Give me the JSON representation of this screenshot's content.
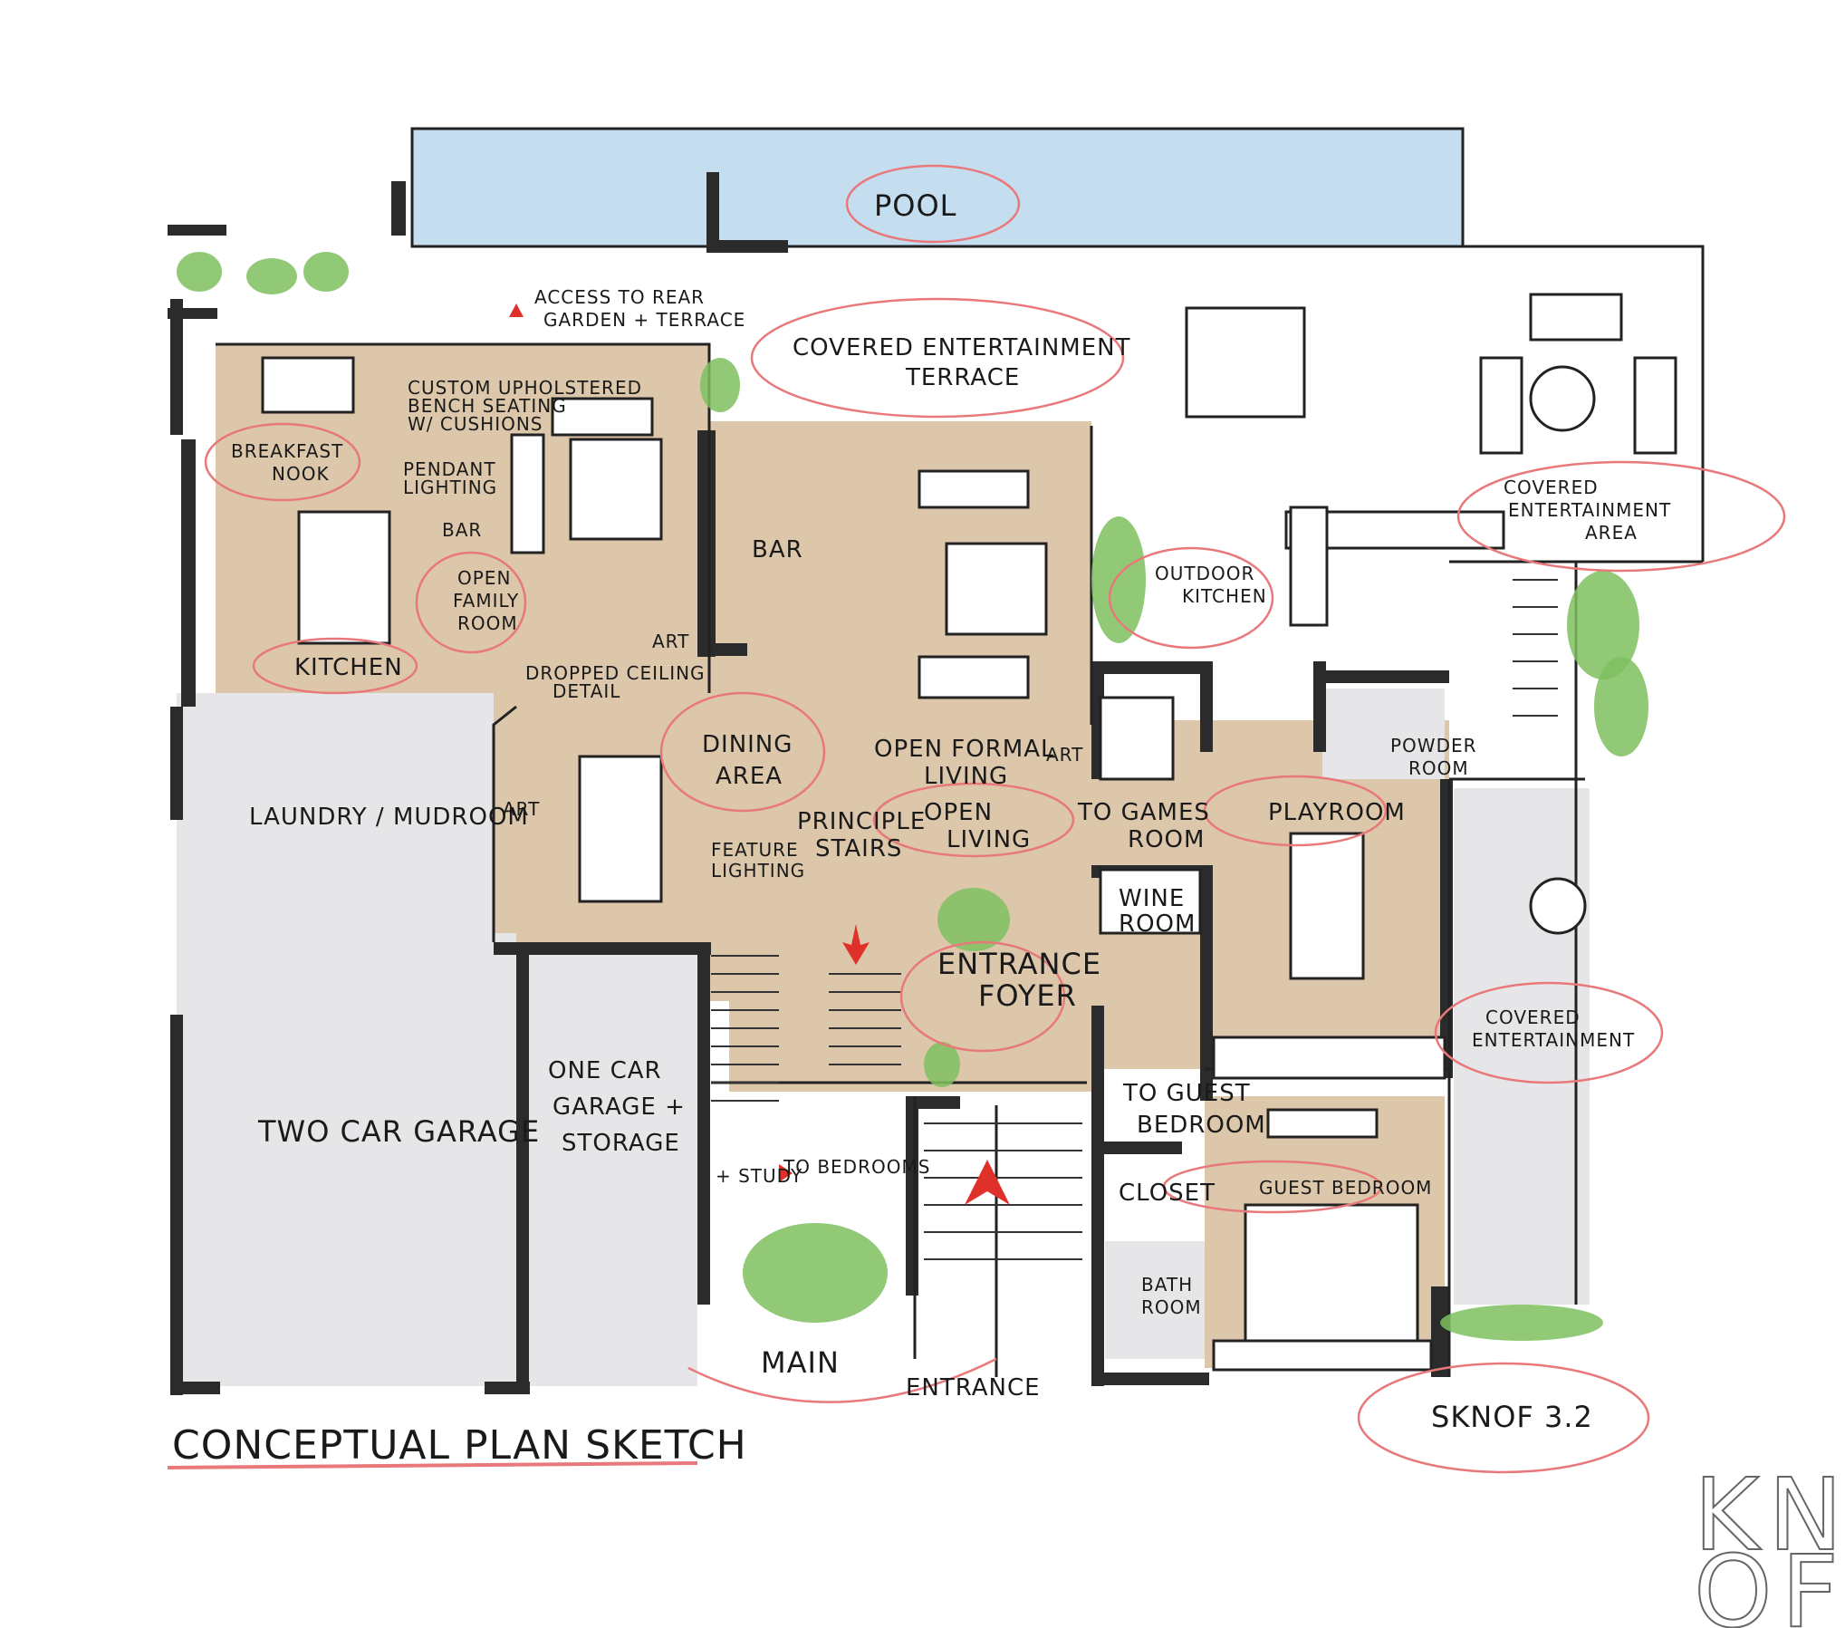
{
  "plan": {
    "title": "CONCEPTUAL PLAN SKETCH",
    "signature": "SKNOF 3.2",
    "logo": {
      "line1": "KN",
      "line2": "OF"
    },
    "labels": {
      "pool": "POOL",
      "covered_terrace": "COVERED ENTERTAINMENT",
      "covered_terrace_2": "TERRACE",
      "access_rear": "ACCESS TO REAR",
      "access_rear_2": "GARDEN + TERRACE",
      "bench_note": "CUSTOM UPHOLSTERED",
      "bench_note_2": "BENCH SEATING",
      "bench_note_3": "W/ CUSHIONS",
      "breakfast_nook": "BREAKFAST",
      "breakfast_nook_2": "NOOK",
      "pendant": "PENDANT",
      "pendant_2": "LIGHTING",
      "bar_small": "BAR",
      "open_family": "OPEN",
      "open_family_2": "FAMILY",
      "open_family_3": "ROOM",
      "kitchen": "KITCHEN",
      "bar": "BAR",
      "art1": "ART",
      "dropped_ceiling": "DROPPED CEILING",
      "dropped_ceiling_2": "DETAIL",
      "dining": "DINING",
      "dining_2": "AREA",
      "open_formal": "OPEN FORMAL",
      "open_formal_2": "LIVING",
      "art2": "ART",
      "outdoor_kitchen": "OUTDOOR",
      "outdoor_kitchen_2": "KITCHEN",
      "covered_area": "COVERED",
      "covered_area_2": "ENTERTAINMENT",
      "covered_area_3": "AREA",
      "powder": "POWDER",
      "powder_2": "ROOM",
      "laundry": "LAUNDRY / MUDROOM",
      "art3": "ART",
      "principle_stairs": "PRINCIPLE",
      "principle_stairs_2": "STAIRS",
      "open_living": "OPEN",
      "open_living_2": "LIVING",
      "to_games": "TO GAMES",
      "to_games_2": "ROOM",
      "playroom": "PLAYROOM",
      "feature_lighting": "FEATURE",
      "feature_lighting_2": "LIGHTING",
      "wine_room": "WINE",
      "wine_room_2": "ROOM",
      "entrance_foyer": "ENTRANCE",
      "entrance_foyer_2": "FOYER",
      "covered_ent2": "COVERED",
      "covered_ent2_2": "ENTERTAINMENT",
      "one_car": "ONE CAR",
      "one_car_2": "GARAGE +",
      "one_car_3": "STORAGE",
      "two_car": "TWO CAR GARAGE",
      "to_guest": "TO GUEST",
      "to_guest_2": "BEDROOM",
      "study": "+ STUDY",
      "to_bedrooms": "TO BEDROOMS",
      "closet": "CLOSET",
      "guest_bedroom": "GUEST BEDROOM",
      "bath": "BATH",
      "bath_2": "ROOM",
      "main": "MAIN",
      "entrance": "ENTRANCE"
    }
  },
  "colors": {
    "wood": "#dcc7ab",
    "grey": "#e6e6e8",
    "pool": "#c4def0",
    "red": "#e0302a",
    "plant": "#7fbf5f"
  }
}
